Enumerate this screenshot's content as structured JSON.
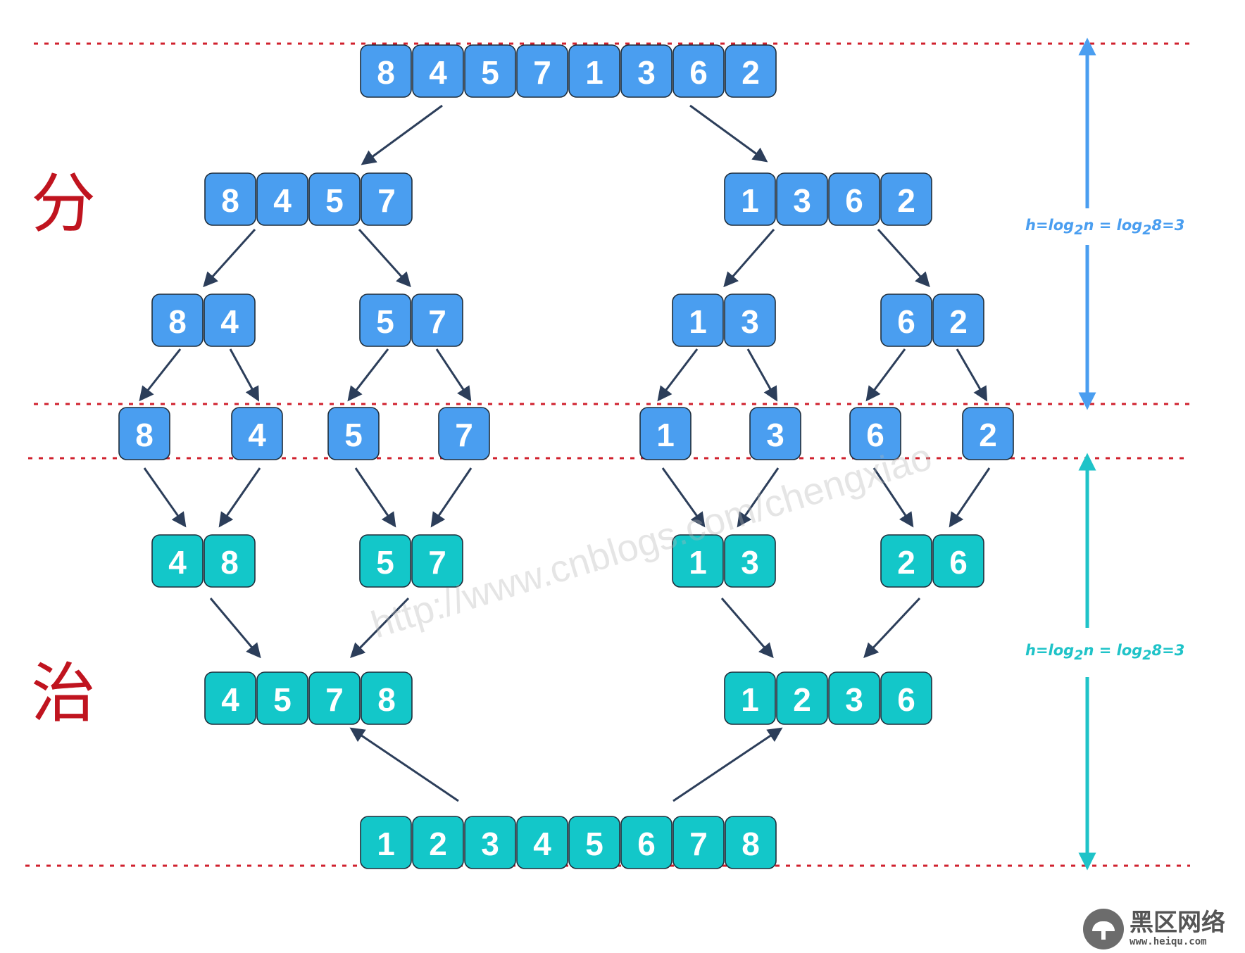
{
  "colors": {
    "split_fill": "#4a9ef0",
    "merge_fill": "#13c7c9",
    "arrow": "#2c3e5a",
    "divider": "#d0212e",
    "split_height_arrow": "#4a9ef0",
    "merge_height_arrow": "#1fc3c8",
    "side_label": "#c0141f"
  },
  "side_labels": {
    "divide": "分",
    "conquer": "治"
  },
  "height_labels": {
    "split": {
      "h": "h=log",
      "sub1": "2",
      "mid": "n = log",
      "sub2": "2",
      "tail": "8=3"
    },
    "merge": {
      "h": "h=log",
      "sub1": "2",
      "mid": "n = log",
      "sub2": "2",
      "tail": "8=3"
    }
  },
  "watermark": "http://www.cnblogs.com/chengxiao",
  "logo": {
    "name": "黑区网络",
    "url": "www.heiqu.com"
  },
  "levels": [
    {
      "phase": "split",
      "groups": [
        [
          "8",
          "4",
          "5",
          "7",
          "1",
          "3",
          "6",
          "2"
        ]
      ]
    },
    {
      "phase": "split",
      "groups": [
        [
          "8",
          "4",
          "5",
          "7"
        ],
        [
          "1",
          "3",
          "6",
          "2"
        ]
      ]
    },
    {
      "phase": "split",
      "groups": [
        [
          "8",
          "4"
        ],
        [
          "5",
          "7"
        ],
        [
          "1",
          "3"
        ],
        [
          "6",
          "2"
        ]
      ]
    },
    {
      "phase": "split",
      "groups": [
        [
          "8"
        ],
        [
          "4"
        ],
        [
          "5"
        ],
        [
          "7"
        ],
        [
          "1"
        ],
        [
          "3"
        ],
        [
          "6"
        ],
        [
          "2"
        ]
      ]
    },
    {
      "phase": "merge",
      "groups": [
        [
          "4",
          "8"
        ],
        [
          "5",
          "7"
        ],
        [
          "1",
          "3"
        ],
        [
          "2",
          "6"
        ]
      ]
    },
    {
      "phase": "merge",
      "groups": [
        [
          "4",
          "5",
          "7",
          "8"
        ],
        [
          "1",
          "2",
          "3",
          "6"
        ]
      ]
    },
    {
      "phase": "merge",
      "groups": [
        [
          "1",
          "2",
          "3",
          "4",
          "5",
          "6",
          "7",
          "8"
        ]
      ]
    }
  ]
}
